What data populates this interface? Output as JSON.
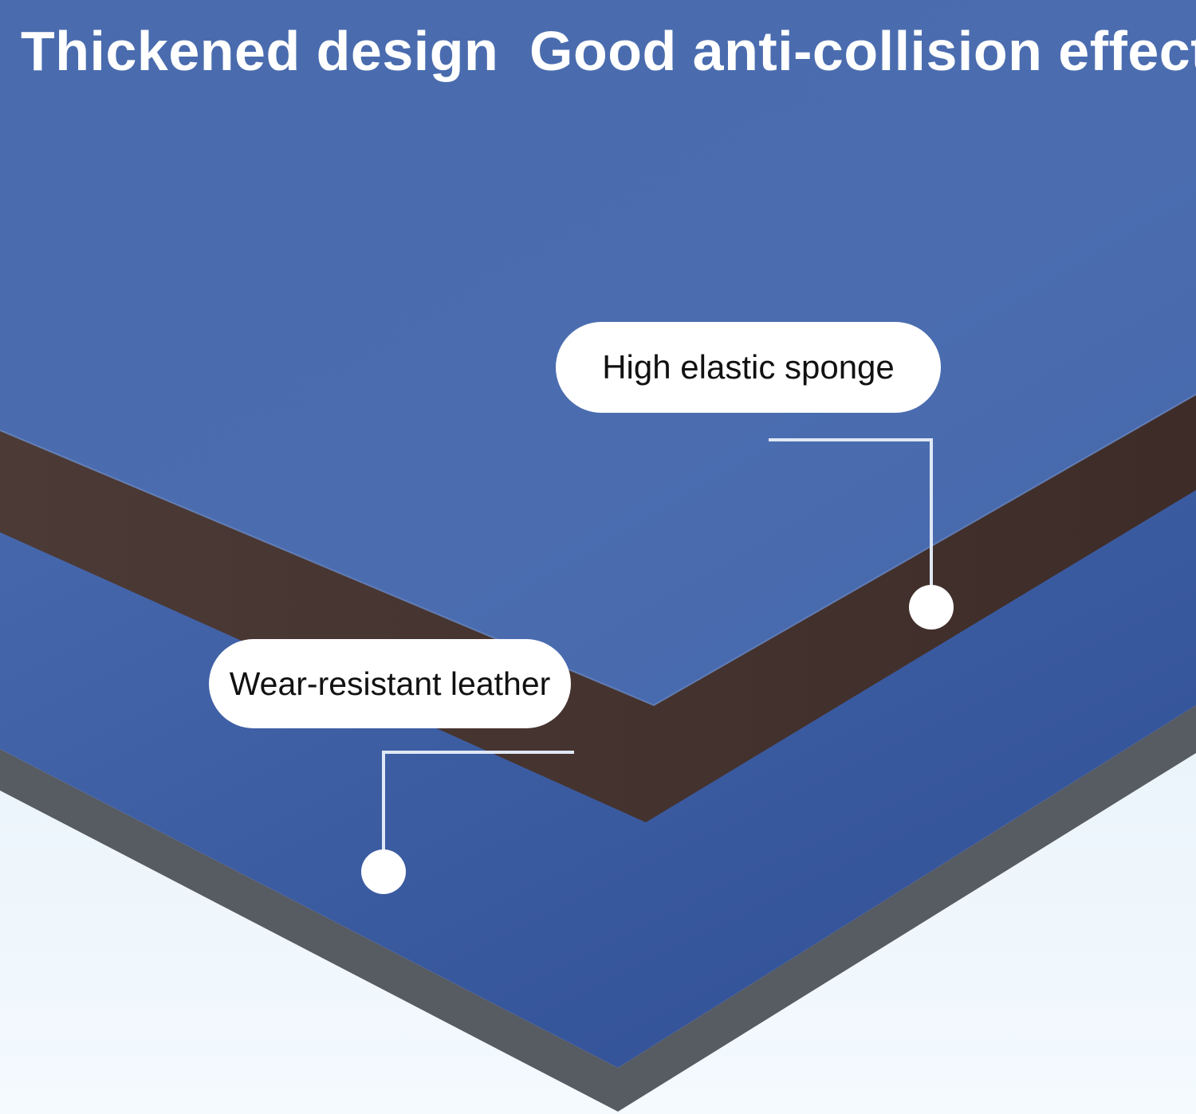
{
  "headline": {
    "left": "Thickened design",
    "right": "Good anti-collision effect"
  },
  "callouts": {
    "sponge": "High elastic sponge",
    "leather": "Wear-resistant leather"
  },
  "colors": {
    "background": "#eef6fb",
    "top_blue": "#4a6cad",
    "lower_blue": "#3f62a8",
    "sponge_brown": "#4a3530",
    "edge_gray": "#5a5e66",
    "white": "#ffffff"
  }
}
